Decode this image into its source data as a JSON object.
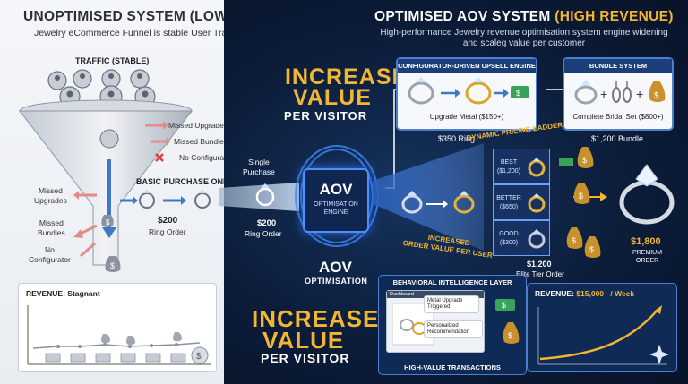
{
  "left": {
    "title": "UNOPTIMISED SYSTEM (LOW AOV)",
    "subtitle": "Jewelry eCommerce Funnel is stable User Traffic",
    "traffic_label": "TRAFFIC (STABLE)",
    "missed_right": [
      "Missed Upgrades",
      "Missed Bundles",
      "No Configurator"
    ],
    "missed_left": [
      "Missed\nUpgrades",
      "Missed\nBundles",
      "No\nConfigurator"
    ],
    "basic_purchase": "BASIC PURCHASE ONLY",
    "price": "$200",
    "price_caption": "Ring Order",
    "revenue_label": "REVENUE: Stagnant"
  },
  "right": {
    "title_main": "OPTIMISED AOV SYSTEM",
    "title_hl": "(HIGH REVENUE)",
    "subtitle": "High-performance Jewelry revenue optimisation system engine widening and scaleg value per customer",
    "increase_top": {
      "line1": "INCREASE",
      "line2": "VALUE",
      "line3": "PER VISITOR"
    },
    "increase_bottom": {
      "line1": "INCREASE",
      "line2": "VALUE",
      "line3": "PER VISITOR"
    },
    "single_purchase": "Single\nPurchase",
    "single_price": "$200",
    "single_caption": "Ring Order",
    "aov_box": {
      "title": "AOV",
      "caption": "OPTIMISATION\nENGINE"
    },
    "aov_label": {
      "title": "AOV",
      "caption": "OPTIMISATION"
    },
    "configurator": {
      "header": "CONFIGURATOR-DRIVEN UPSELL ENGINE",
      "caption": "Upgrade Metal ($150+)",
      "price": "$350 Ring"
    },
    "bundle": {
      "header": "BUNDLE SYSTEM",
      "caption": "Complete Bridal Set ($800+)",
      "price": "$1,200 Bundle"
    },
    "ladder_label": "DYNAMIC PRICING LADDER",
    "tiers": [
      {
        "name": "BEST",
        "price": "($1,200)"
      },
      {
        "name": "BETTER",
        "price": "($650)"
      },
      {
        "name": "GOOD",
        "price": "($300)"
      }
    ],
    "increased_label": "INCREASED\nORDER VALUE PER USER",
    "elite_price": "$1,200",
    "elite_caption": "Elite Tier Order",
    "premium_price": "$1,800",
    "premium_caption": "PREMIUM\nORDER",
    "behavioral": {
      "header": "BEHAVIORAL INTELLIGENCE LAYER",
      "dashboard": "Dashboard",
      "bubble1": "Metal Upgrade\nTriggered",
      "bubble2": "Personalized\nRecommendation",
      "footer": "HIGH-VALUE TRANSACTIONS"
    },
    "revenue": {
      "label": "REVENUE:",
      "value": "$15,000+ / Week"
    }
  },
  "colors": {
    "gold": "#f2b632",
    "navy": "#0c1d3a",
    "blue_border": "#4d7fd1"
  }
}
